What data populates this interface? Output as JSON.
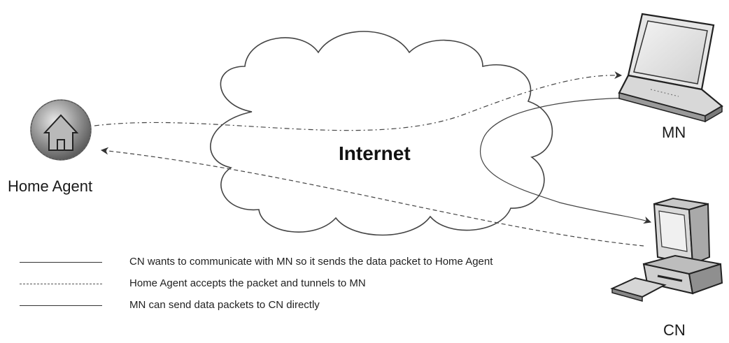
{
  "nodes": {
    "home_agent": {
      "label": "Home Agent",
      "icon": "house-globe-icon"
    },
    "mn": {
      "label": "MN",
      "icon": "laptop-icon"
    },
    "cn": {
      "label": "CN",
      "icon": "desktop-computer-icon"
    },
    "internet": {
      "label": "Internet",
      "icon": "cloud-icon"
    }
  },
  "legend": [
    {
      "style": "solid",
      "text": "CN wants to communicate with MN so it sends the data packet to Home Agent"
    },
    {
      "style": "dashed",
      "text": "Home Agent accepts the packet and tunnels to MN"
    },
    {
      "style": "solid",
      "text": "MN can send data packets to CN directly"
    }
  ]
}
